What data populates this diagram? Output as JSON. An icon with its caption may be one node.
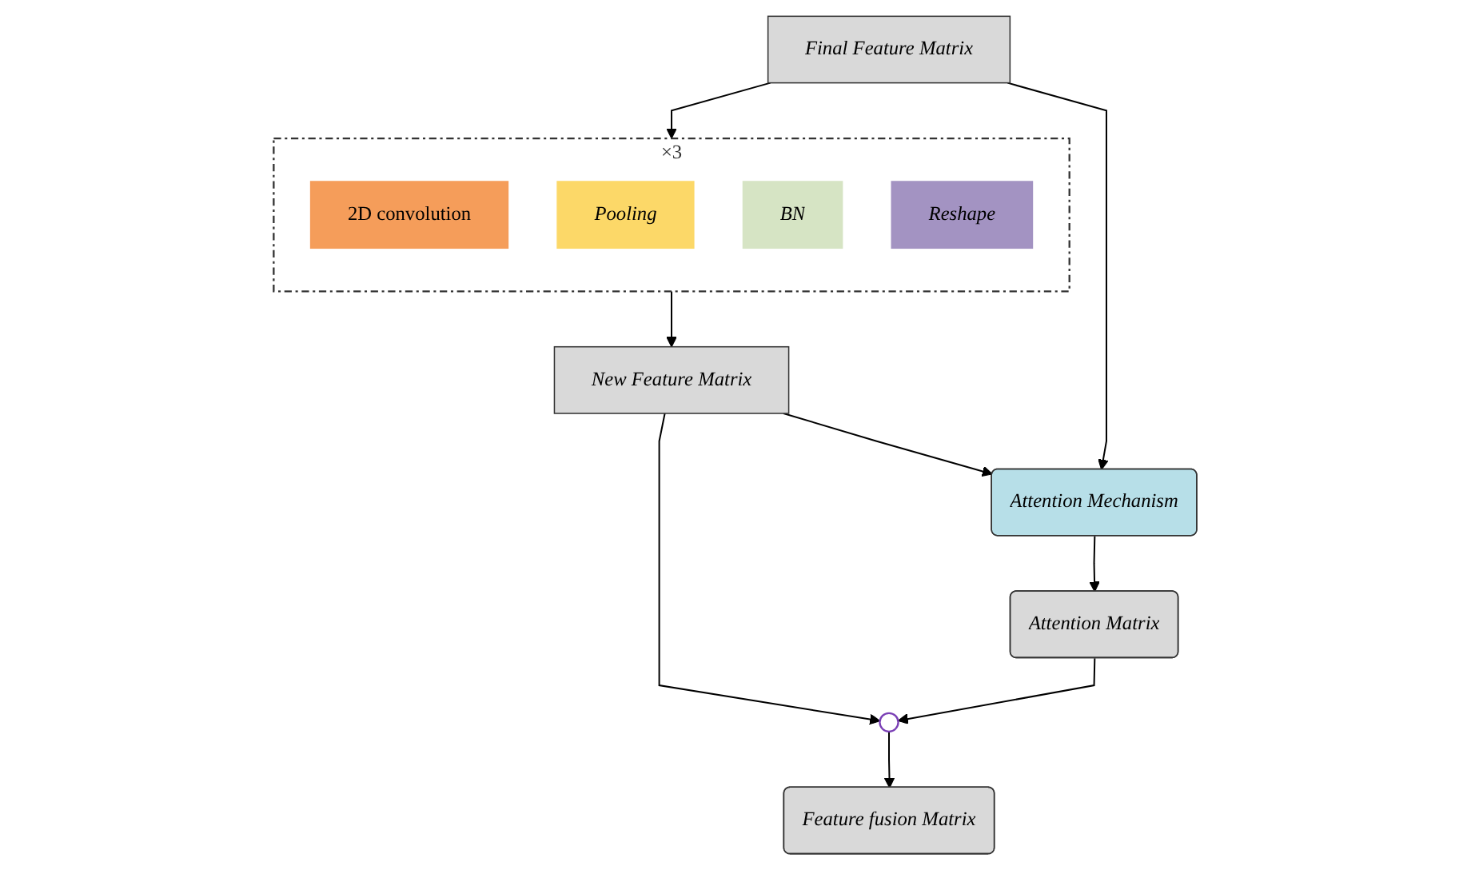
{
  "diagram": {
    "nodes": [
      {
        "text": [],
        "shape": "box",
        "beside": [
          "×3"
        ]
      },
      {
        "text": [
          "2D convolution"
        ],
        "in": 0
      },
      {
        "text": [
          "Pooling"
        ],
        "in": 0
      },
      {
        "text": [
          "BN"
        ],
        "in": 0
      },
      {
        "text": [
          "Reshape"
        ],
        "in": 0
      },
      {
        "text": [
          "New Feature Matrix"
        ]
      },
      {
        "text": [
          "Final Feature Matrix"
        ]
      },
      {
        "text": [
          "Attention Mechanism"
        ]
      },
      {
        "text": [
          "Attention Matrix"
        ]
      },
      {
        "text": [],
        "shape": "circle"
      },
      {
        "text": [
          "Feature fusion Matrix"
        ]
      }
    ],
    "edges": [
      {
        "from": 6,
        "to": 0,
        "arrow": "to"
      },
      {
        "from": 0,
        "to": 5,
        "arrow": "to"
      },
      {
        "from": 5,
        "to": 7,
        "arrow": "to"
      },
      {
        "from": 6,
        "to": 7,
        "arrow": "to"
      },
      {
        "from": 7,
        "to": 8,
        "arrow": "to"
      },
      {
        "from": 5,
        "to": 9,
        "arrow": "to"
      },
      {
        "from": 8,
        "to": 9,
        "arrow": "to"
      },
      {
        "from": 9,
        "to": 10,
        "arrow": "to"
      }
    ]
  }
}
